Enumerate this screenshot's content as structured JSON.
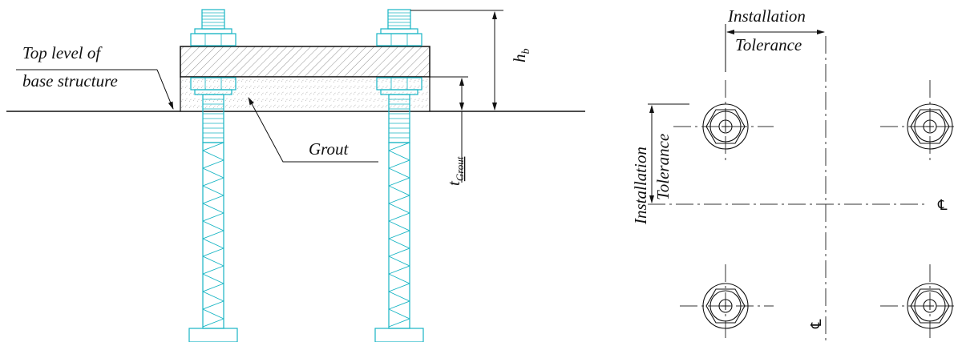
{
  "section_view": {
    "label_top_level_line1": "Top level of",
    "label_top_level_line2": "base structure",
    "label_grout": "Grout",
    "dim_hb_main": "h",
    "dim_hb_sub": "b",
    "dim_tgrout_main": "t",
    "dim_tgrout_sub": "Grout"
  },
  "plan_view": {
    "tol_horizontal_line1": "Installation",
    "tol_horizontal_line2": "Tolerance",
    "tol_vertical_line1": "Installation",
    "tol_vertical_line2": "Tolerance",
    "centerline_symbol_horizontal": "℄",
    "centerline_symbol_vertical": "℄"
  },
  "colors": {
    "ink": "#111111",
    "anchor_bolt": "#17b5c4"
  }
}
